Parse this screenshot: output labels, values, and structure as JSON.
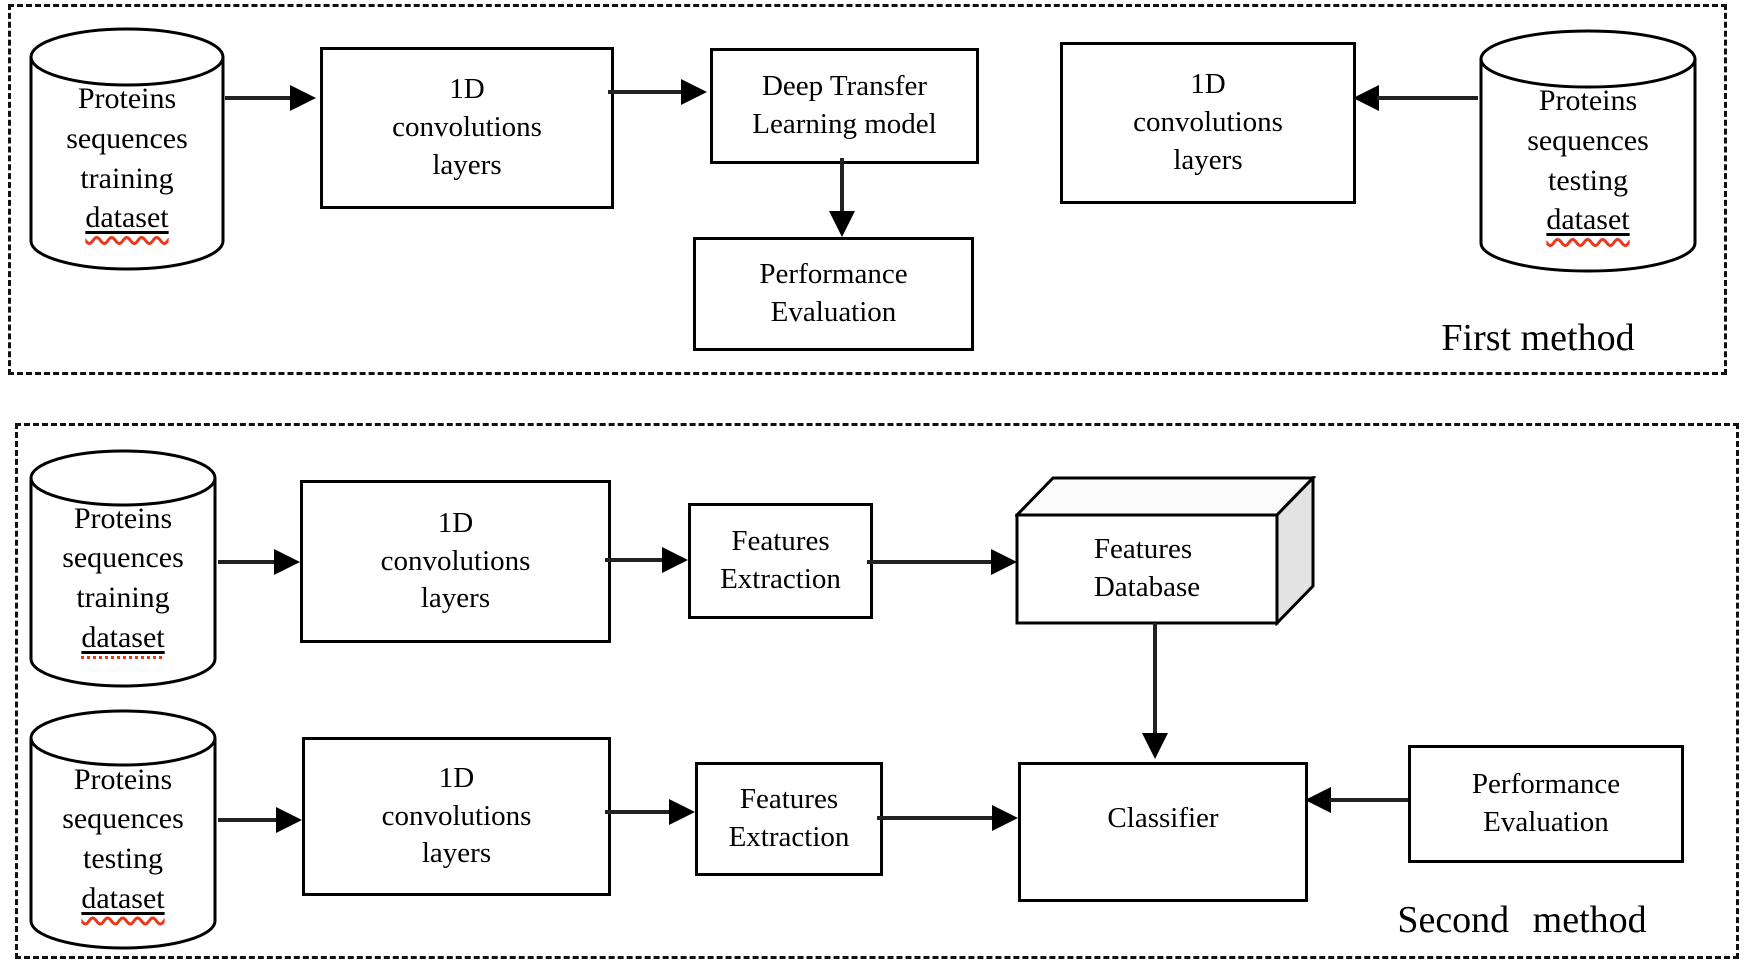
{
  "panel1": {
    "label": "First method",
    "training_cylinder": {
      "line1": "Proteins",
      "line2": "sequences",
      "line3": "training",
      "underlined_word": "dataset"
    },
    "conv_box_left": {
      "line1": "1D",
      "line2": "convolutions",
      "line3": "layers"
    },
    "dtl_box": {
      "line1": "Deep Transfer",
      "line2": "Learning model"
    },
    "perf_box": {
      "line1": "Performance",
      "line2": "Evaluation"
    },
    "conv_box_right": {
      "line1": "1D",
      "line2": "convolutions",
      "line3": "layers"
    },
    "testing_cylinder": {
      "line1": "Proteins",
      "line2": "sequences",
      "line3": "testing",
      "underlined_word": "dataset"
    }
  },
  "panel2": {
    "label": "Second method",
    "training_cylinder": {
      "line1": "Proteins",
      "line2": "sequences",
      "line3": "training",
      "underlined_word": "dataset"
    },
    "conv_box_top": {
      "line1": "1D",
      "line2": "convolutions",
      "line3": "layers"
    },
    "features_extraction_top": {
      "line1": "Features",
      "line2": "Extraction"
    },
    "features_database": {
      "line1": "Features",
      "line2": "Database"
    },
    "testing_cylinder": {
      "line1": "Proteins",
      "line2": "sequences",
      "line3": "testing",
      "underlined_word": "dataset"
    },
    "conv_box_bottom": {
      "line1": "1D",
      "line2": "convolutions",
      "line3": "layers"
    },
    "features_extraction_bottom": {
      "line1": "Features",
      "line2": "Extraction"
    },
    "classifier_box": {
      "line1": "Classifier"
    },
    "perf_box": {
      "line1": "Performance",
      "line2": "Evaluation"
    }
  },
  "colors": {
    "stroke": "#000000",
    "arrow": "#222222",
    "squiggle_red": "#e8391d",
    "cuboid_side_gray": "#e3e3e3",
    "background": "#ffffff"
  }
}
